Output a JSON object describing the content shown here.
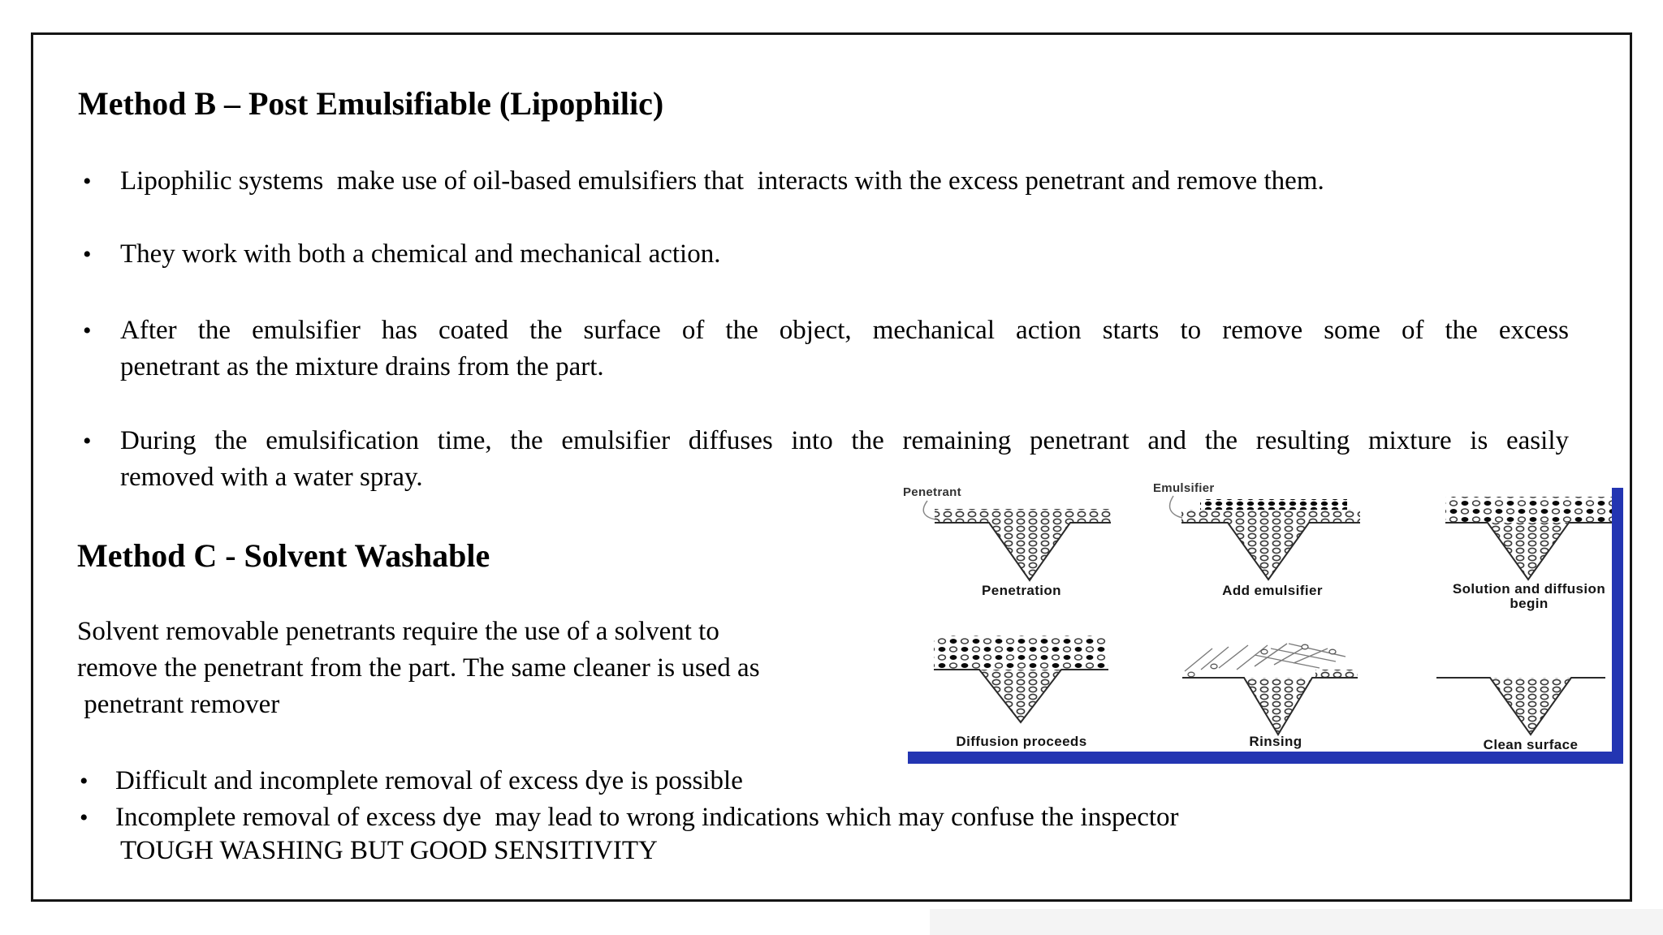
{
  "slide": {
    "bullet_char": "•",
    "section_b": {
      "title": "Method B – Post Emulsifiable (Lipophilic)",
      "bullet1": "Lipophilic systems  make use of oil-based emulsifiers that  interacts with the excess penetrant and remove them.",
      "bullet2": "They work with both a chemical and mechanical action.",
      "bullet3_line1": "After the emulsifier has coated the surface of the object, mechanical action starts to remove some of the excess",
      "bullet3_line2": "penetrant as the mixture drains from the part.",
      "bullet4_line1": "During the emulsification time, the emulsifier diffuses into the remaining penetrant and the resulting mixture is easily",
      "bullet4_line2": "removed with a water spray."
    },
    "section_c": {
      "title": "Method C - Solvent Washable",
      "paragraph": "Solvent removable penetrants require the use of a solvent to\nremove the penetrant from the part. The same cleaner is used as\n penetrant remover",
      "bullet1": "Difficult and incomplete removal of excess dye is possible",
      "bullet2": "Incomplete removal of excess dye  may lead to wrong indications which may confuse the inspector",
      "emphasis": "TOUGH WASHING BUT GOOD SENSITIVITY"
    },
    "diagram": {
      "accent_blue": "#2335b2",
      "labels": {
        "penetrant": "Penetrant",
        "emulsifier": "Emulsifier"
      },
      "captions": {
        "penetration": "Penetration",
        "add_emulsifier": "Add emulsifier",
        "solution_line1": "Solution and diffusion",
        "solution_line2": "begin",
        "diffusion": "Diffusion proceeds",
        "rinsing": "Rinsing",
        "clean": "Clean surface"
      }
    }
  }
}
